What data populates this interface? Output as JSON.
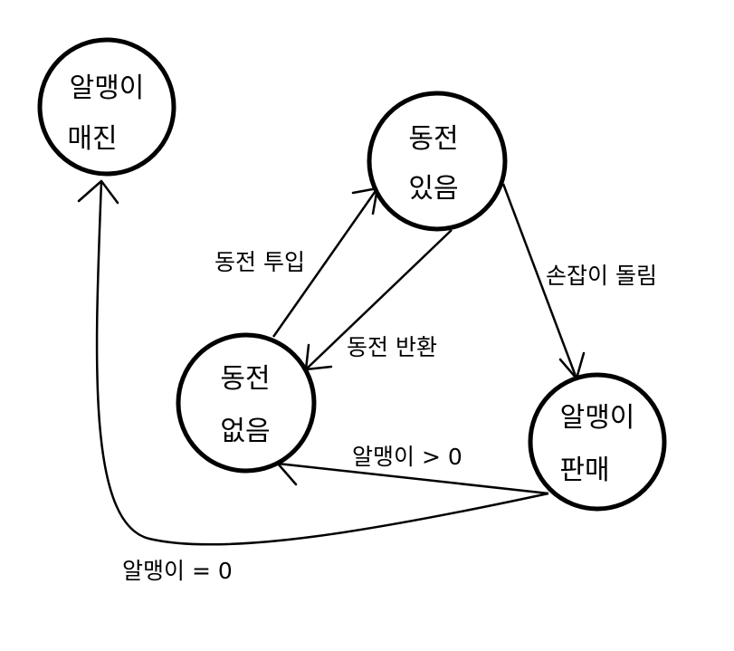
{
  "states": {
    "sold_out": {
      "line1": "알맹이",
      "line2": "매진"
    },
    "has_coin": {
      "line1": "동전",
      "line2": "있음"
    },
    "no_coin": {
      "line1": "동전",
      "line2": "없음"
    },
    "sold": {
      "line1": "알맹이",
      "line2": "판매"
    }
  },
  "transitions": {
    "insert_coin": "동전 투입",
    "eject_coin": "동전 반환",
    "turn_crank": "손잡이 돌림",
    "gumballs_gt_0": "알맹이 > 0",
    "gumballs_eq_0": "알맹이 = 0"
  }
}
